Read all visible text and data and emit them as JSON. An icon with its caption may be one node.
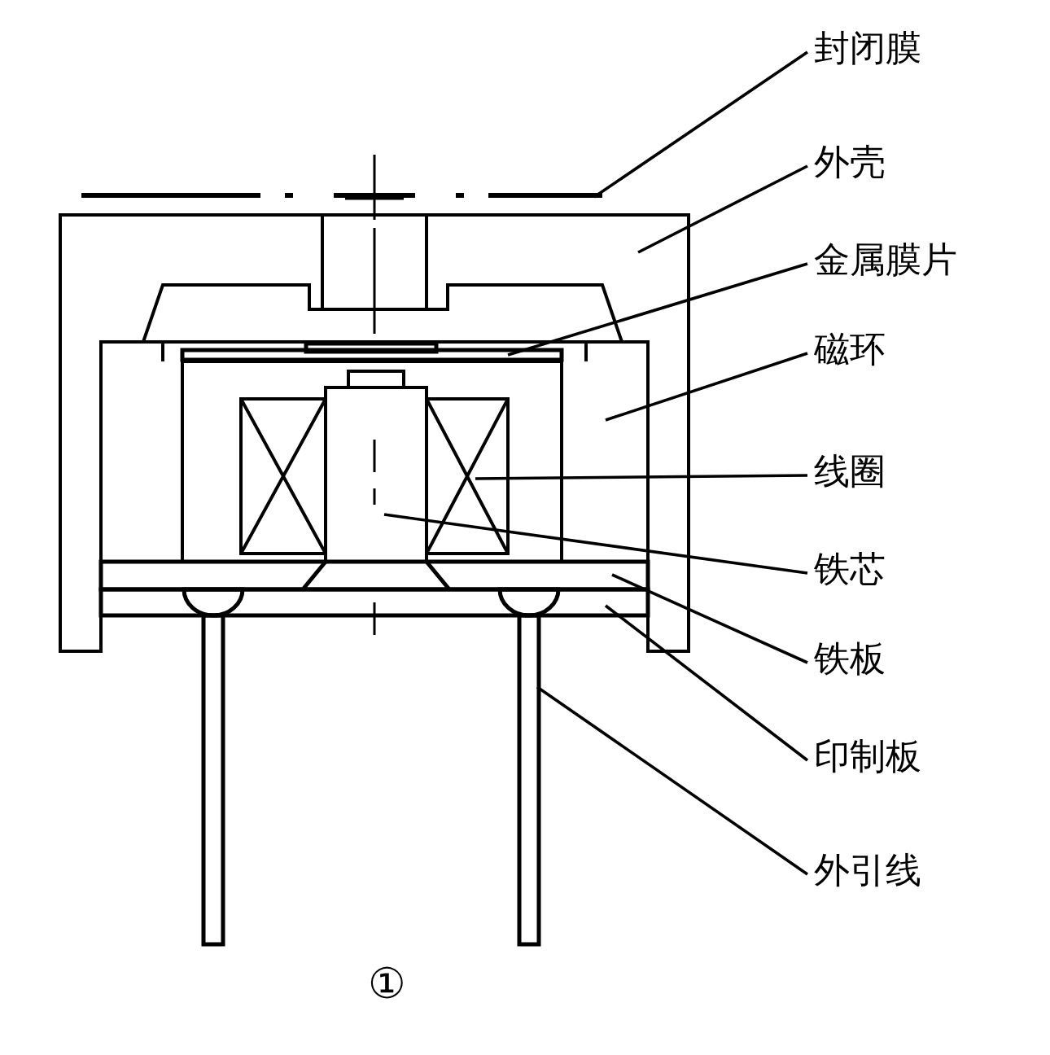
{
  "diagram": {
    "nodes": [
      {
        "text": [
          "封闭膜"
        ]
      },
      {
        "text": [
          "外壳"
        ]
      },
      {
        "text": [
          "金属膜片"
        ]
      },
      {
        "text": [
          "磁环"
        ]
      },
      {
        "text": [
          "线圈"
        ]
      },
      {
        "text": [
          "铁芯"
        ]
      },
      {
        "text": [
          "铁板"
        ]
      },
      {
        "text": [
          "印制板"
        ]
      },
      {
        "text": [
          "外引线"
        ]
      },
      {
        "text": [],
        "shape": "line"
      },
      {
        "text": [],
        "shape": "box"
      },
      {
        "text": [],
        "shape": "bar",
        "in": 12
      },
      {
        "text": [],
        "shape": "box"
      },
      {
        "text": [],
        "shape": "box",
        "in": 12
      },
      {
        "text": [],
        "shape": "box",
        "in": 12
      },
      {
        "text": [],
        "shape": "bar"
      },
      {
        "text": [],
        "shape": "bar"
      },
      {
        "text": [],
        "shape": "bar"
      }
    ],
    "edges": [
      {
        "from": 0,
        "to": 9,
        "arrow": "none"
      },
      {
        "from": 1,
        "to": 10,
        "arrow": "none"
      },
      {
        "from": 2,
        "to": 11,
        "arrow": "none"
      },
      {
        "from": 3,
        "to": 12,
        "arrow": "none"
      },
      {
        "from": 4,
        "to": 13,
        "arrow": "none"
      },
      {
        "from": 5,
        "to": 14,
        "arrow": "none"
      },
      {
        "from": 6,
        "to": 15,
        "arrow": "none"
      },
      {
        "from": 7,
        "to": 16,
        "arrow": "none"
      },
      {
        "from": 8,
        "to": 17,
        "arrow": "none"
      }
    ],
    "labels": [
      "①"
    ]
  }
}
